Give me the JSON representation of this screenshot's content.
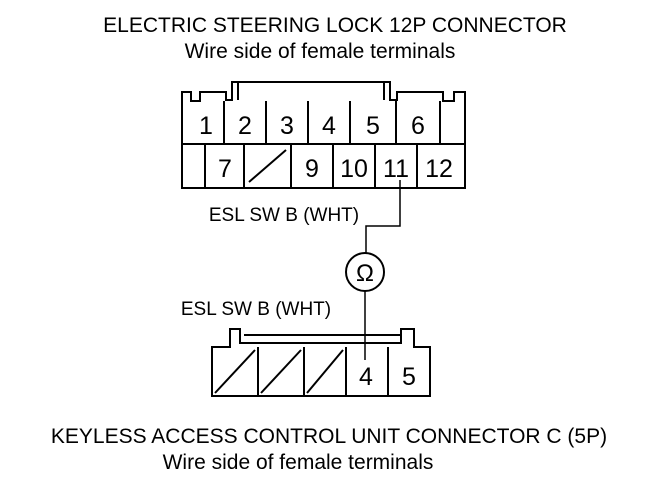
{
  "connector_top": {
    "title": "ELECTRIC STEERING LOCK 12P CONNECTOR",
    "subtitle": "Wire side of female terminals",
    "row1": [
      "1",
      "2",
      "3",
      "4",
      "5",
      "6"
    ],
    "row2": [
      "",
      "7",
      "",
      "9",
      "10",
      "11",
      "12"
    ]
  },
  "wire_top_label": "ESL SW B (WHT)",
  "meter_symbol": "Ω",
  "wire_bottom_label": "ESL SW B (WHT)",
  "connector_bottom": {
    "title": "KEYLESS ACCESS CONTROL UNIT CONNECTOR C (5P)",
    "subtitle": "Wire side of female terminals",
    "pins": [
      "",
      "",
      "",
      "4",
      "5"
    ]
  }
}
